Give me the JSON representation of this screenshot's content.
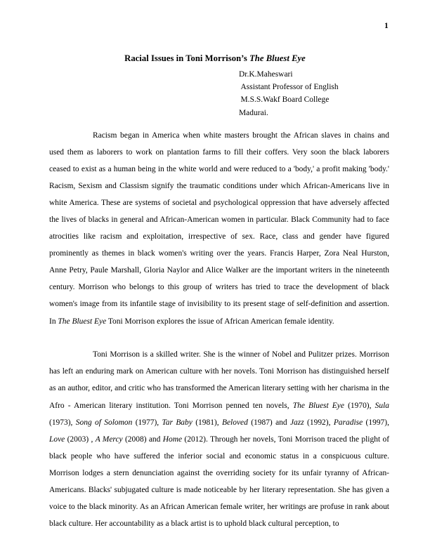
{
  "document": {
    "page_number": "1",
    "title_plain": "Racial Issues in Toni Morrison’s ",
    "title_italic": "The Bluest Eye",
    "title_full": "Racial Issues in Toni Morrison’s The Bluest Eye"
  },
  "author": {
    "name": "Dr.K.Maheswari",
    "designation": "Assistant Professor of English",
    "institution": "M.S.S.Wakf Board College",
    "city": "Madurai."
  },
  "body": {
    "paragraph1": {
      "part1": "Racism began in America when white masters brought the African slaves in chains and used them as laborers to work on plantation farms to fill their coffers. Very soon the black laborers ceased to exist as a human being in the white world and were reduced to a 'body,' a profit making 'body.' Racism, Sexism and Classism signify the traumatic conditions under which African-Americans live in white America. These are systems of societal and psychological oppression that have adversely affected the lives of blacks in general and African-American women in particular. Black Community had to face atrocities like racism and exploitation, irrespective of sex. Race, class and gender have figured prominently as themes in black women's writing over the years. Francis Harper, Zora Neal Hurston, Anne Petry, Paule Marshall, Gloria Naylor and Alice Walker are the important writers in the nineteenth century. Morrison who belongs to this group of writers has tried to trace the development of black women's image from its infantile stage of invisibility to its present stage of self-definition and assertion. In ",
      "italic1": "The Bluest Eye",
      "part2": " Toni Morrison explores the issue of African American female identity."
    },
    "paragraph2": {
      "part1": "Toni Morrison is a skilled writer. She is the winner of Nobel and Pulitzer prizes. Morrison has left an enduring mark on American culture with her novels. Toni Morrison has distinguished herself as an author, editor, and critic who has transformed the American literary setting with her charisma in the Afro - American literary institution. Toni Morrison penned ten novels, ",
      "novels": [
        {
          "title": "The Bluest Eye",
          "year": " (1970), "
        },
        {
          "title": "Sula",
          "year": " (1973), "
        },
        {
          "title": "Song of Solomon",
          "year": " (1977), "
        },
        {
          "title": "Tar Baby",
          "year": " (1981), "
        },
        {
          "title": "Beloved",
          "year": " (1987) and "
        },
        {
          "title": "Jazz",
          "year": " (1992), "
        },
        {
          "title": "Paradise",
          "year": " (1997), "
        },
        {
          "title": "Love",
          "year": " (2003) , "
        },
        {
          "title": "A Mercy",
          "year": " (2008) and "
        },
        {
          "title": "Home",
          "year": " (2012). "
        }
      ],
      "part2": "Through her novels, Toni Morrison traced the plight of black people who have suffered the inferior social and economic status in a conspicuous culture. Morrison lodges a stern denunciation against the overriding society for its unfair tyranny of African-Americans. Blacks' subjugated culture is made noticeable by her literary representation. She has given a voice to the black minority. As an African American female writer, her writings are profuse in rank about black culture. Her accountability as a black artist is to uphold black cultural perception, to"
    }
  }
}
